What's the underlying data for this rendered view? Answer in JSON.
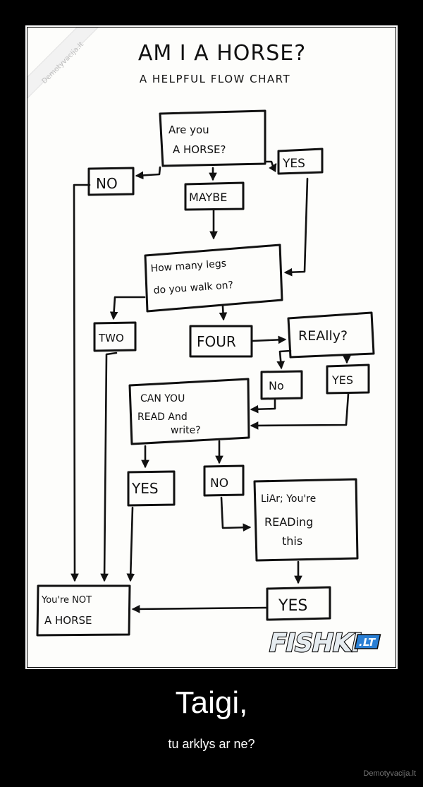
{
  "poster": {
    "caption_title": "Taigi,",
    "caption_subtitle": "tu arklys ar ne?",
    "footer_watermark": "Demotyvacija.lt"
  },
  "corner_watermark": "Demotyvacija.lt",
  "diagram": {
    "title": "AM I A HORSE?",
    "subtitle": "A HELPFUL FLOW CHART",
    "nodes": {
      "start_q1": "Are you",
      "start_q2": "A HORSE?",
      "no_top": "NO",
      "yes_top": "YES",
      "maybe": "MAYBE",
      "legs_q1": "How many legs",
      "legs_q2": "do you walk on?",
      "two": "TWO",
      "four": "FOUR",
      "really": "REAlly?",
      "really_no": "No",
      "really_yes": "YES",
      "read_q1": "CAN YOU",
      "read_q2": "READ And",
      "read_q3": "write?",
      "read_yes": "YES",
      "read_no": "NO",
      "liar_1": "LiAr; You're",
      "liar_2": "READing",
      "liar_3": "this",
      "liar_yes": "YES",
      "result_1": "You're NOT",
      "result_2": "A HORSE"
    }
  },
  "logo": {
    "brand": "FISHKI",
    "tld": ".LT",
    "colors": {
      "primary": "#e6ecf0",
      "accent": "#2a7fd4",
      "outline": "#0a0a0a"
    }
  },
  "colors": {
    "background": "#000000",
    "paper": "#fdfdfb",
    "ink": "#111111"
  }
}
